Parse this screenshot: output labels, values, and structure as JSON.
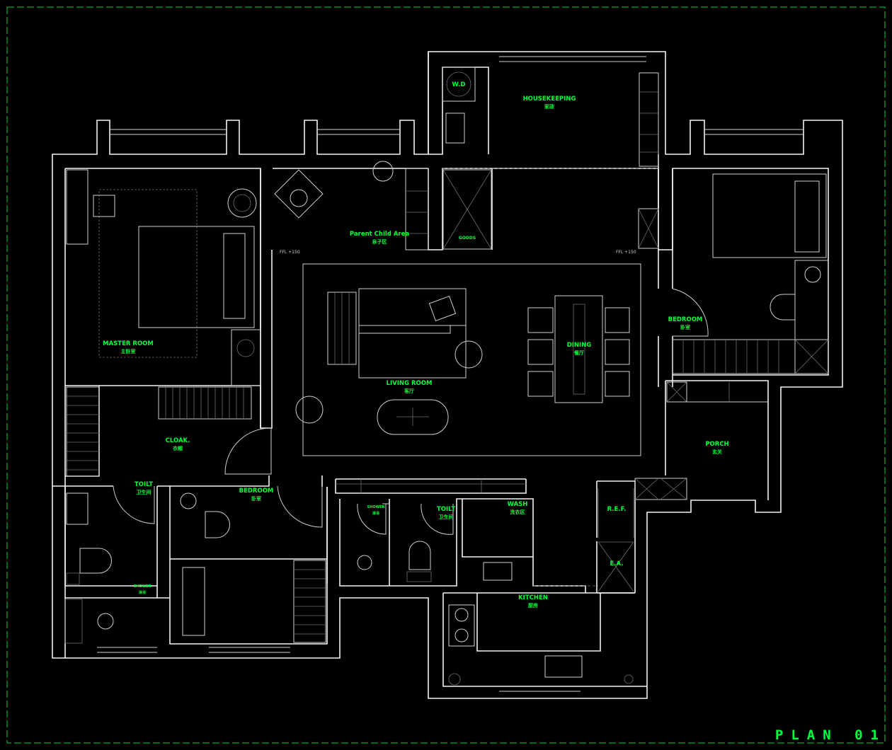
{
  "plan_title": "PLAN 01",
  "colors": {
    "background": "#000000",
    "walls": "#f2f2f2",
    "labels": "#00ff3c",
    "border": "#00cc33"
  },
  "rooms": {
    "wd": {
      "en": "W.D"
    },
    "housekeeping": {
      "en": "HOUSEKEEPING",
      "cn": "家政"
    },
    "parent_child": {
      "en": "Parent Child Area",
      "cn": "亲子区"
    },
    "goods": {
      "en": "GOODS"
    },
    "master_room": {
      "en": "MASTER ROOM",
      "cn": "主卧室"
    },
    "living_room": {
      "en": "LIVING ROOM",
      "cn": "客厅"
    },
    "dining": {
      "en": "DINING",
      "cn": "餐厅"
    },
    "bedroom_east": {
      "en": "BEDROOM",
      "cn": "卧室"
    },
    "cloak": {
      "en": "CLOAK.",
      "cn": "衣帽"
    },
    "porch": {
      "en": "PORCH",
      "cn": "玄关"
    },
    "toilet_west": {
      "en": "TOILT",
      "cn": "卫生间"
    },
    "bedroom_south": {
      "en": "BEDROOM",
      "cn": "卧室"
    },
    "shower_sw": {
      "en": "SHOWER",
      "cn": "淋浴"
    },
    "shower_mid": {
      "en": "SHOWER",
      "cn": "淋浴"
    },
    "toilet_mid": {
      "en": "TOILT",
      "cn": "卫生间"
    },
    "wash": {
      "en": "WASH",
      "cn": "洗衣区"
    },
    "ref": {
      "en": "R.E.F."
    },
    "ea": {
      "en": "E.A."
    },
    "kitchen": {
      "en": "KITCHEN",
      "cn": "厨房"
    }
  },
  "level_marks": {
    "west": "FFL +150",
    "east": "FFL +150"
  },
  "icons": [
    "door-swing-icon",
    "toilet-icon",
    "sink-icon",
    "bed-icon",
    "sofa-icon",
    "dining-table-icon",
    "washer-icon",
    "stove-icon"
  ]
}
